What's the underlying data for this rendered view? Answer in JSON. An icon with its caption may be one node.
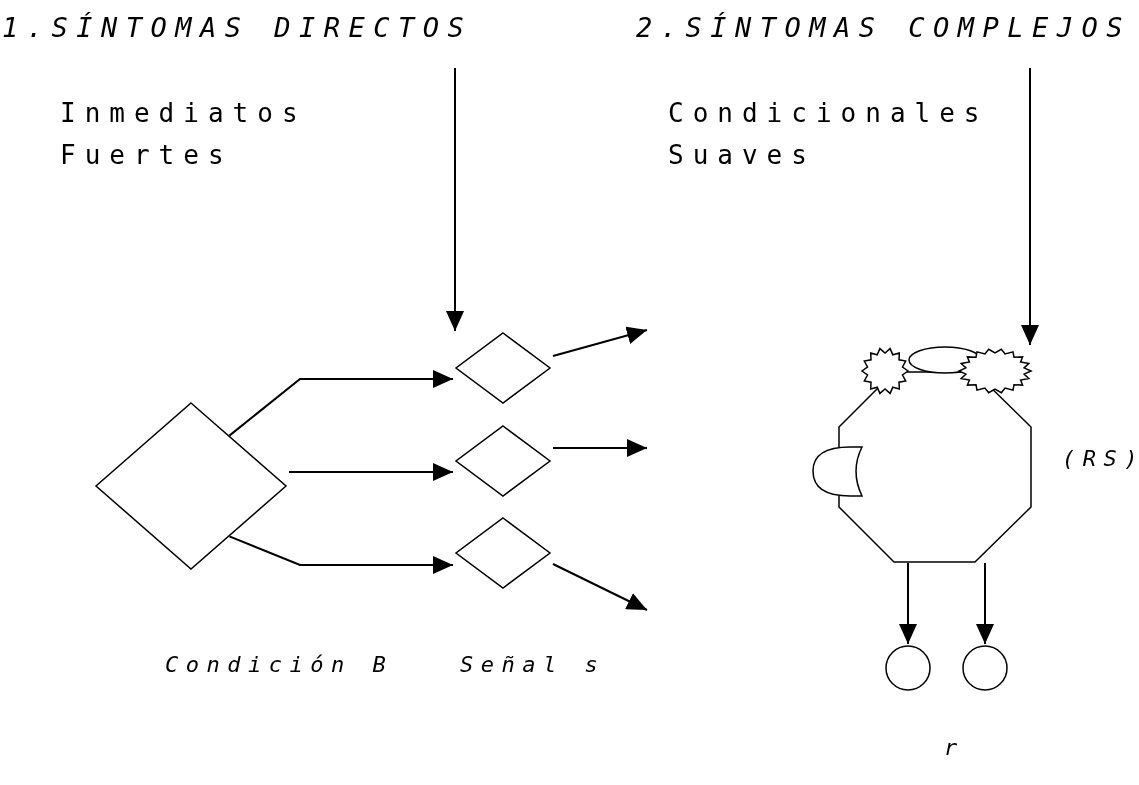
{
  "diagram": {
    "nodes": [
      {
        "text": [],
        "shape": "diamond"
      },
      {
        "text": [],
        "shape": "diamond"
      },
      {
        "text": [],
        "shape": "diamond"
      },
      {
        "text": [],
        "shape": "diamond"
      },
      {
        "text": [],
        "shape": "octagon",
        "beside": [
          "(RS)"
        ]
      },
      {
        "text": [],
        "shape": "circle"
      },
      {
        "text": [],
        "shape": "circle"
      }
    ],
    "edges": [
      {
        "from": null,
        "to": 1,
        "arrow": "to"
      },
      {
        "from": 0,
        "to": 1,
        "arrow": "to"
      },
      {
        "from": 0,
        "to": 2,
        "arrow": "to"
      },
      {
        "from": 0,
        "to": 3,
        "arrow": "to"
      },
      {
        "from": 1,
        "to": null,
        "arrow": "to"
      },
      {
        "from": 2,
        "to": null,
        "arrow": "to"
      },
      {
        "from": 3,
        "to": null,
        "arrow": "to"
      },
      {
        "from": null,
        "to": 4,
        "arrow": "to"
      },
      {
        "from": 4,
        "to": 5,
        "arrow": "to"
      },
      {
        "from": 4,
        "to": 6,
        "arrow": "to"
      }
    ],
    "labels": [
      "1.SÍNTOMAS DIRECTOS",
      "2.SÍNTOMAS COMPLEJOS",
      "Inmediatos Fuertes",
      "Condicionales Suaves",
      "Condición B",
      "Señal s",
      "r"
    ]
  }
}
